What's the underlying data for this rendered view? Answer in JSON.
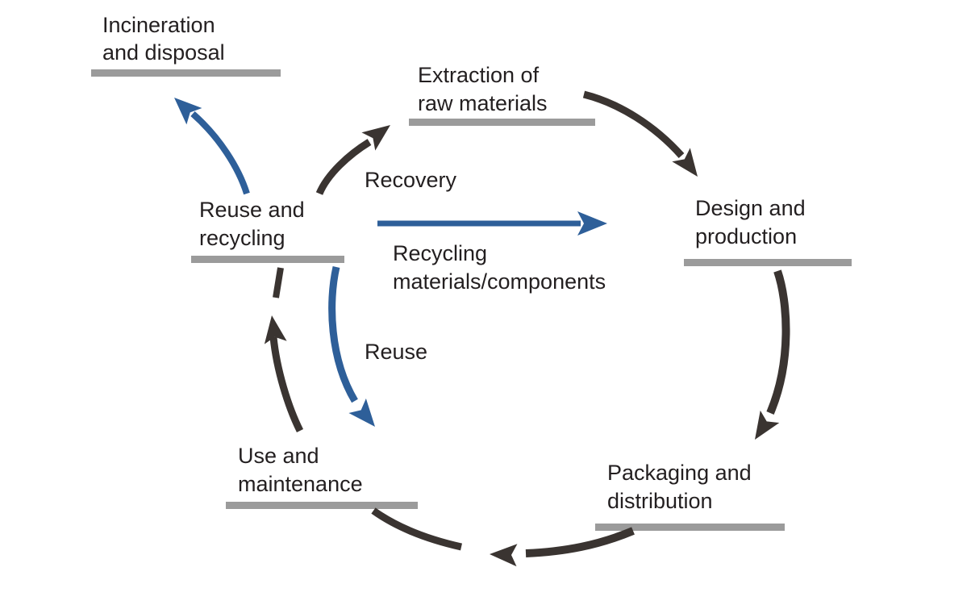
{
  "diagram": {
    "type": "cycle-diagram",
    "subject": "Product life cycle with reuse, recycling and recovery loops",
    "background": "#ffffff",
    "colors": {
      "text": "#231f20",
      "arrow_black": "#3a3431",
      "arrow_blue": "#2e5f99",
      "bar_gray": "#9b9b9b"
    },
    "nodes": [
      {
        "id": "incineration-and-disposal",
        "line1": "Incineration",
        "line2": "and disposal"
      },
      {
        "id": "extraction-of-raw-materials",
        "line1": "Extraction of",
        "line2": "raw materials"
      },
      {
        "id": "design-and-production",
        "line1": "Design and",
        "line2": "production"
      },
      {
        "id": "packaging-and-distribution",
        "line1": "Packaging and",
        "line2": "distribution"
      },
      {
        "id": "use-and-maintenance",
        "line1": "Use and",
        "line2": "maintenance"
      },
      {
        "id": "reuse-and-recycling",
        "line1": "Reuse and",
        "line2": "recycling"
      }
    ],
    "edges": [
      {
        "from": "extraction-of-raw-materials",
        "to": "design-and-production",
        "color": "black",
        "label": ""
      },
      {
        "from": "design-and-production",
        "to": "packaging-and-distribution",
        "color": "black",
        "label": ""
      },
      {
        "from": "packaging-and-distribution",
        "to": "use-and-maintenance",
        "color": "black",
        "label": ""
      },
      {
        "from": "use-and-maintenance",
        "to": "reuse-and-recycling",
        "color": "black",
        "label": ""
      },
      {
        "from": "reuse-and-recycling",
        "to": "extraction-of-raw-materials",
        "color": "black",
        "label": "Recovery"
      },
      {
        "from": "reuse-and-recycling",
        "to": "design-and-production",
        "color": "blue",
        "label_line1": "Recycling",
        "label_line2": "materials/components"
      },
      {
        "from": "reuse-and-recycling",
        "to": "use-and-maintenance",
        "color": "blue",
        "label": "Reuse"
      },
      {
        "from": "reuse-and-recycling",
        "to": "incineration-and-disposal",
        "color": "blue",
        "label": ""
      }
    ]
  }
}
